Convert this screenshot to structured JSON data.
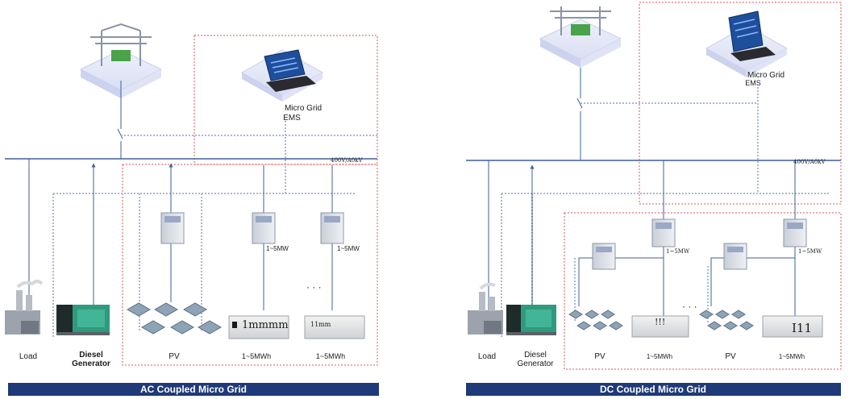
{
  "ac": {
    "ems_label_line1": "Micro  Grid",
    "ems_label_line2": "EMS",
    "bus_label": "400V/A0kV",
    "rating_1": "1~5MW",
    "rating_2": "1~5MW",
    "battery_mark_1": "1mmmm",
    "battery_mark_2": "11mm",
    "load_label": "Load",
    "diesel_label_line1": "Diesel",
    "diesel_label_line2": "Generator",
    "pv_label": "PV",
    "storage_label_1": "1~5MWh",
    "storage_label_2": "1~5MWh",
    "ellipsis": "· · ·",
    "title": "AC Coupled Micro Grid"
  },
  "dc": {
    "ems_label_line1": "Micro  Grid",
    "ems_label_line2": "EMS",
    "bus_label": "400V/A0kV",
    "rating_1": "1~5MW",
    "rating_2": "1~5MW",
    "battery_mark_1": "!!!",
    "battery_mark_2": "I11",
    "load_label": "Load",
    "diesel_label_line1": "Diesel",
    "diesel_label_line2": "Generator",
    "pv_label_1": "PV",
    "pv_label_2": "PV",
    "storage_label_1": "1~5MWh",
    "storage_label_2": "1~5MWh",
    "ellipsis": "· · ·",
    "title": "DC Coupled Micro Grid"
  },
  "colors": {
    "bus": "#3f5f9a",
    "comm": "#a9b7d6",
    "boundary": "#e05555",
    "banner": "#1f3a78"
  }
}
